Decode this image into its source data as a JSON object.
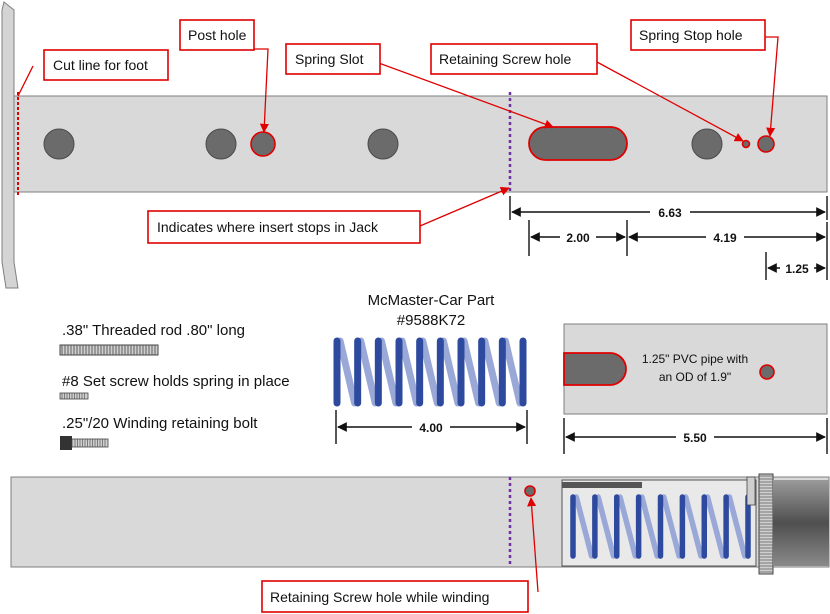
{
  "callouts": {
    "cut_line": "Cut line for foot",
    "post_hole": "Post hole",
    "spring_slot": "Spring Slot",
    "retaining_screw_hole": "Retaining Screw hole",
    "spring_stop_hole": "Spring Stop hole",
    "insert_stops": "Indicates where insert stops in Jack",
    "retaining_winding": "Retaining Screw hole while winding"
  },
  "dimensions": {
    "total": "6.63",
    "slot_len": "2.00",
    "slot_to_end": "4.19",
    "stop_to_end": "1.25",
    "spring_len": "4.00",
    "pipe_len": "5.50"
  },
  "parts": {
    "rod": ".38\" Threaded rod .80\" long",
    "set_screw": "#8 Set screw holds spring in place",
    "bolt": ".25\"/20  Winding retaining bolt"
  },
  "spring": {
    "title_line1": "McMaster-Car Part",
    "title_line2": "#9588K72"
  },
  "pipe": {
    "line1": "1.25\" PVC pipe with",
    "line2": "an OD of 1.9\""
  },
  "colors": {
    "callout_border": "#e00000",
    "bar_fill": "#d9d9d9",
    "spring_blue": "#2e4a9e",
    "spring_light": "#9aa8d8",
    "stop_line": "#7030a0"
  }
}
